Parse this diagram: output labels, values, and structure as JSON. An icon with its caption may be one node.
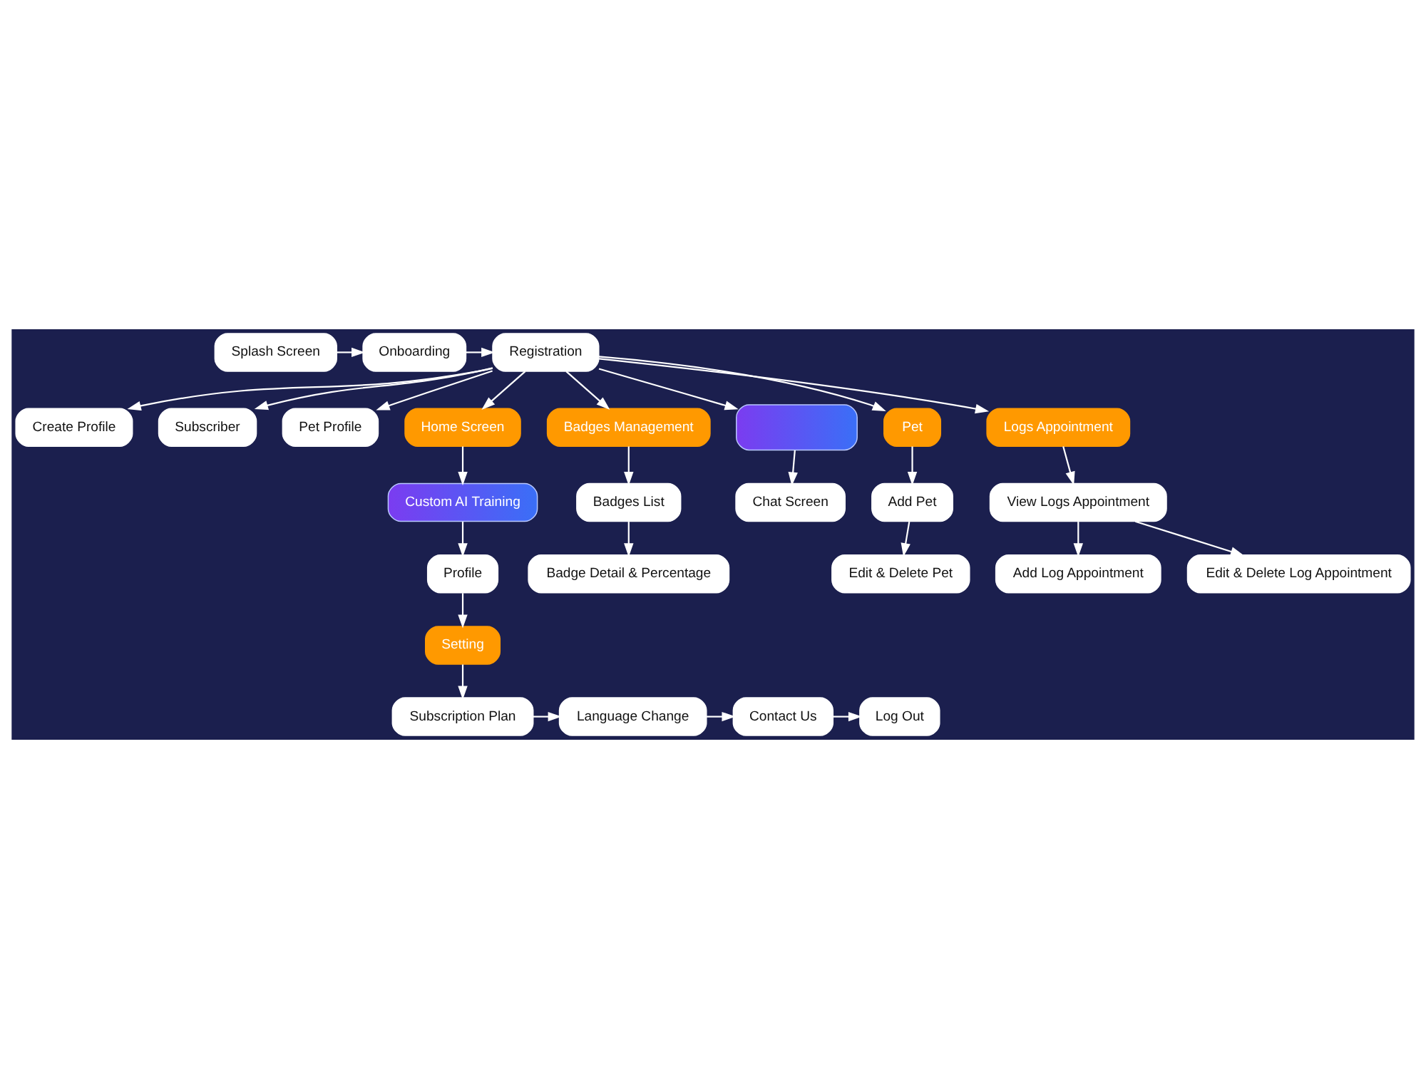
{
  "diagram": {
    "nodes": [
      {
        "text": [
          "Splash Screen"
        ]
      },
      {
        "text": [
          "Onboarding"
        ]
      },
      {
        "text": [
          "Registration"
        ]
      },
      {
        "text": [
          "Create Profile"
        ]
      },
      {
        "text": [
          "Subscriber"
        ]
      },
      {
        "text": [
          "Pet Profile"
        ]
      },
      {
        "text": [
          "Home Screen"
        ]
      },
      {
        "text": [
          "Badges Management"
        ]
      },
      {
        "text": [],
        "shape": "box"
      },
      {
        "text": [
          "Pet"
        ]
      },
      {
        "text": [
          "Logs Appointment"
        ]
      },
      {
        "text": [
          "Custom AI Training"
        ]
      },
      {
        "text": [
          "Profile"
        ]
      },
      {
        "text": [
          "Setting"
        ]
      },
      {
        "text": [
          "Subscription Plan"
        ]
      },
      {
        "text": [
          "Language Change"
        ]
      },
      {
        "text": [
          "Contact Us"
        ]
      },
      {
        "text": [
          "Log Out"
        ]
      },
      {
        "text": [
          "Badges List"
        ]
      },
      {
        "text": [
          "Badge Detail & Percentage"
        ]
      },
      {
        "text": [
          "Chat Screen"
        ]
      },
      {
        "text": [
          "Add Pet"
        ]
      },
      {
        "text": [
          "Edit & Delete Pet"
        ]
      },
      {
        "text": [
          "View Logs Appointment"
        ]
      },
      {
        "text": [
          "Add Log Appointment"
        ]
      },
      {
        "text": [
          "Edit & Delete Log Appointment"
        ]
      }
    ],
    "edges": [
      {
        "from": 0,
        "to": 1,
        "arrow": "to"
      },
      {
        "from": 1,
        "to": 2,
        "arrow": "to"
      },
      {
        "from": 2,
        "to": 3,
        "arrow": "to"
      },
      {
        "from": 2,
        "to": 4,
        "arrow": "to"
      },
      {
        "from": 2,
        "to": 5,
        "arrow": "to"
      },
      {
        "from": 2,
        "to": 6,
        "arrow": "to"
      },
      {
        "from": 2,
        "to": 7,
        "arrow": "to"
      },
      {
        "from": 2,
        "to": 8,
        "arrow": "to"
      },
      {
        "from": 2,
        "to": 9,
        "arrow": "to"
      },
      {
        "from": 2,
        "to": 10,
        "arrow": "to"
      },
      {
        "from": 6,
        "to": 11,
        "arrow": "to"
      },
      {
        "from": 11,
        "to": 12,
        "arrow": "to"
      },
      {
        "from": 12,
        "to": 13,
        "arrow": "to"
      },
      {
        "from": 13,
        "to": 14,
        "arrow": "to"
      },
      {
        "from": 14,
        "to": 15,
        "arrow": "to"
      },
      {
        "from": 15,
        "to": 16,
        "arrow": "to"
      },
      {
        "from": 16,
        "to": 17,
        "arrow": "to"
      },
      {
        "from": 7,
        "to": 18,
        "arrow": "to"
      },
      {
        "from": 18,
        "to": 19,
        "arrow": "to"
      },
      {
        "from": 8,
        "to": 20,
        "arrow": "to"
      },
      {
        "from": 9,
        "to": 21,
        "arrow": "to"
      },
      {
        "from": 21,
        "to": 22,
        "arrow": "to"
      },
      {
        "from": 10,
        "to": 23,
        "arrow": "to"
      },
      {
        "from": 23,
        "to": 24,
        "arrow": "to"
      },
      {
        "from": 23,
        "to": 25,
        "arrow": "to"
      }
    ]
  }
}
